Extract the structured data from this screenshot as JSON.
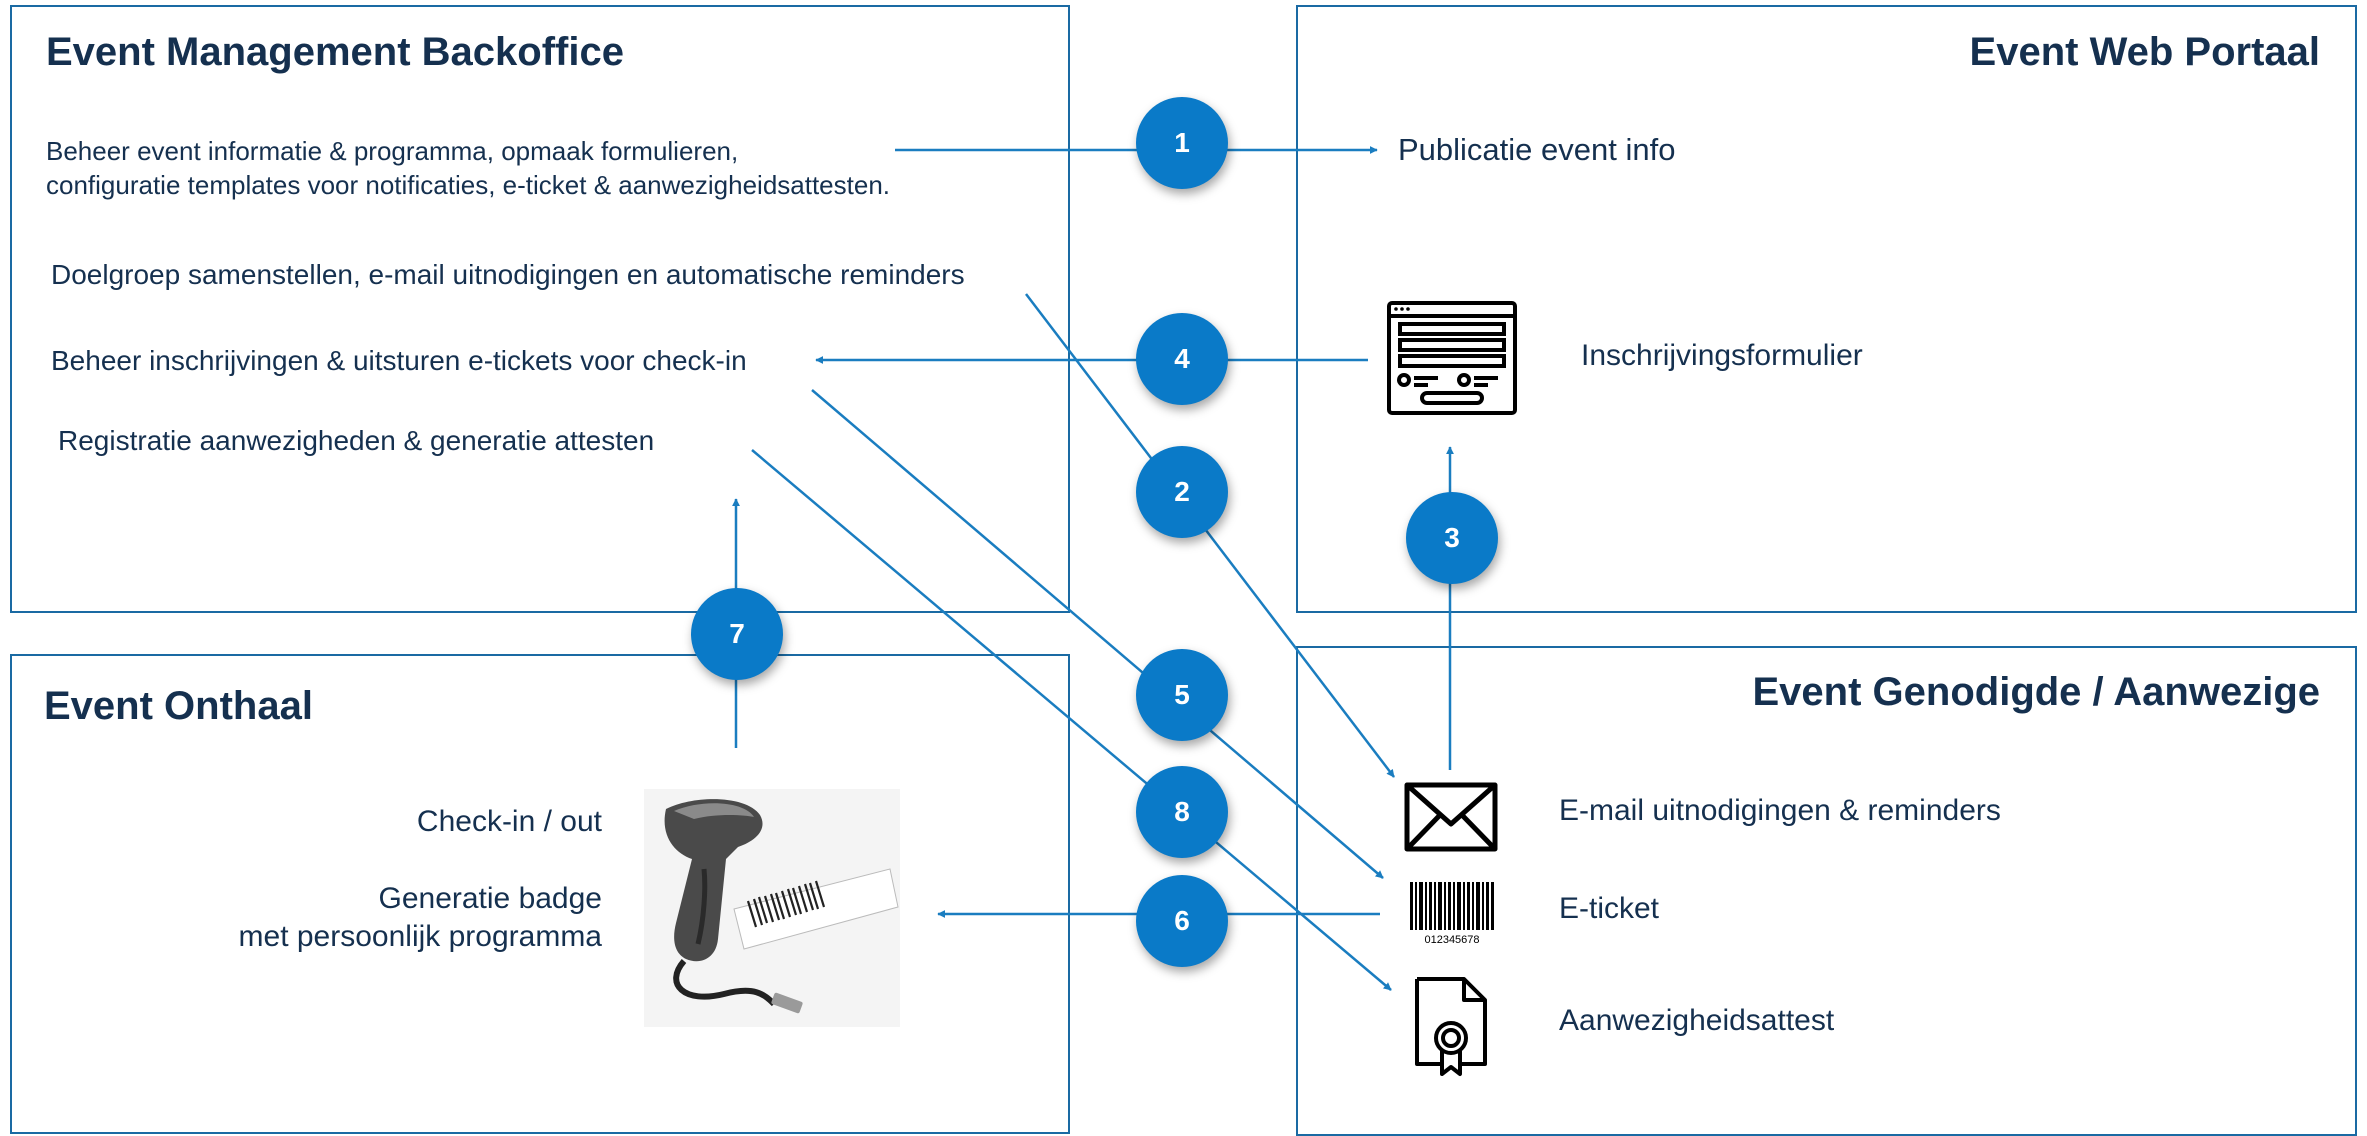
{
  "panels": {
    "backoffice": {
      "title": "Event Management Backoffice",
      "line1": "Beheer event informatie & programma, opmaak formulieren,",
      "line2": "configuratie templates voor notificaties, e-ticket & aanwezigheidsattesten.",
      "audience": "Doelgroep samenstellen, e-mail uitnodigingen en automatische reminders",
      "registrations": "Beheer inschrijvingen & uitsturen e-tickets voor check-in",
      "attendance": "Registratie aanwezigheden & generatie attesten"
    },
    "portal": {
      "title": "Event Web Portaal",
      "publication": "Publicatie event info",
      "form": "Inschrijvingsformulier"
    },
    "reception": {
      "title": "Event Onthaal",
      "checkin": "Check-in / out",
      "badge_line1": "Generatie badge",
      "badge_line2": "met persoonlijk programma"
    },
    "guest": {
      "title": "Event Genodigde / Aanwezige",
      "email": "E-mail uitnodigingen & reminders",
      "ticket": "E-ticket",
      "certificate": "Aanwezigheidsattest"
    }
  },
  "steps": [
    "1",
    "2",
    "3",
    "4",
    "5",
    "6",
    "7",
    "8"
  ],
  "barcode_number": "012345678",
  "colors": {
    "accent": "#0a7ac8",
    "line": "#1a7dc0",
    "border": "#1a6aa3",
    "title": "#15304f"
  }
}
